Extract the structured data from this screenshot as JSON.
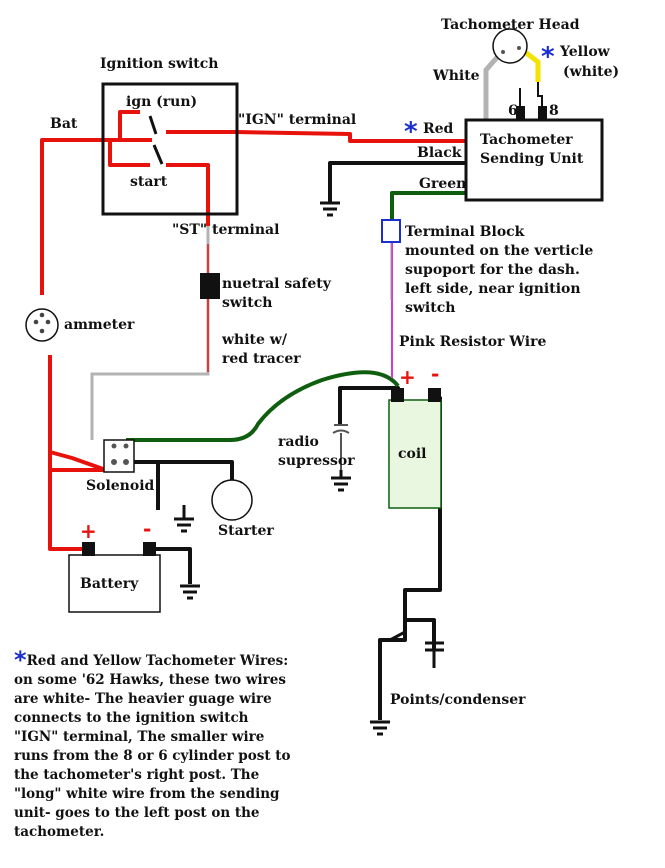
{
  "colors": {
    "red_wire": "#e8120c",
    "black_wire": "#111111",
    "green_wire": "#0f5e0f",
    "gray_wire": "#9a9a9a",
    "pink_wire": "#d43cd4",
    "yellow_wire": "#f2e400",
    "star_blue": "#1a2fd0",
    "coil_fill": "#eaf7e0",
    "plus_red": "#e8120c"
  },
  "labels": {
    "tach_head": "Tachometer Head",
    "yellow": "Yellow",
    "yellow_sub": "(white)",
    "white": "White",
    "post6": "6",
    "post8": "8",
    "ignition_switch": "Ignition switch",
    "ign_run": "ign (run)",
    "start": "start",
    "ign_terminal": "\"IGN\" terminal",
    "bat": "Bat",
    "red": "Red",
    "black": "Black",
    "green": "Green",
    "sending_unit_1": "Tachometer",
    "sending_unit_2": "Sending Unit",
    "st_terminal": "\"ST\" terminal",
    "terminal_block_1": "Terminal Block",
    "terminal_block_2": "mounted on the verticle",
    "terminal_block_3": "supoport for the dash.",
    "terminal_block_4": "left side, near ignition",
    "terminal_block_5": "switch",
    "neutral_1": "nuetral safety",
    "neutral_2": "switch",
    "ammeter": "ammeter",
    "white_tracer_1": "white w/",
    "white_tracer_2": "red tracer",
    "pink_resistor": "Pink Resistor Wire",
    "plus": "+",
    "minus": "-",
    "radio_1": "radio",
    "radio_2": "supressor",
    "coil": "coil",
    "solenoid": "Solenoid",
    "starter": "Starter",
    "battery": "Battery",
    "points": "Points/condenser"
  },
  "footnote": {
    "star": "*",
    "lines": [
      "Red and Yellow Tachometer Wires:",
      "on some '62 Hawks, these two wires",
      "are white- The heavier guage wire",
      "connects to the ignition switch",
      "\"IGN\" terminal, The smaller wire",
      "runs from the 8 or 6 cylinder post to",
      "the tachometer's right post. The",
      "\"long\" white wire from the sending",
      "unit- goes to the left post on the",
      "tachometer."
    ]
  }
}
